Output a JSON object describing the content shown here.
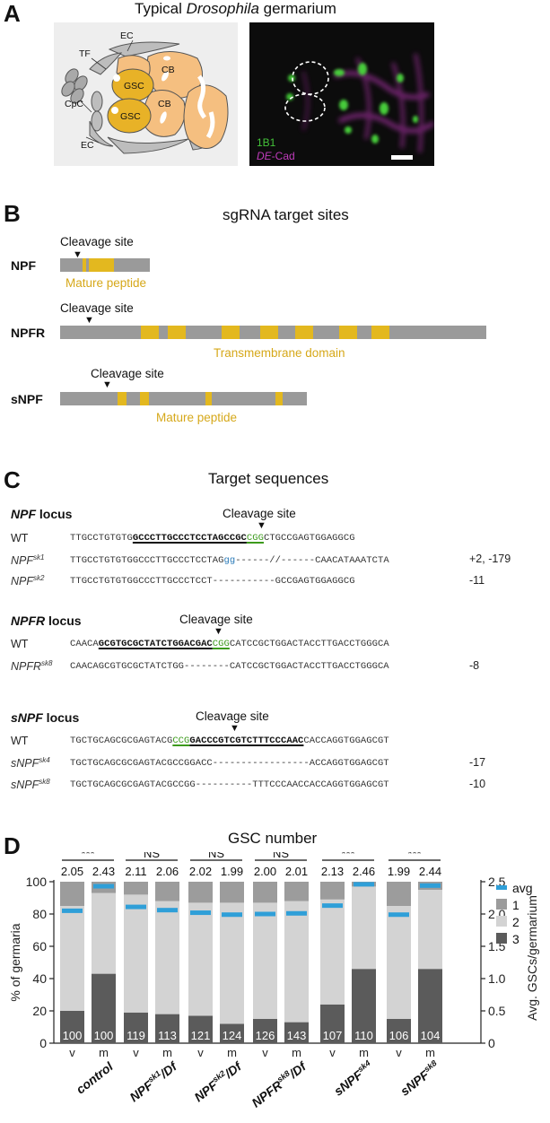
{
  "panel_a": {
    "label": "A",
    "title_prefix": "Typical ",
    "title_italic": "Drosophila",
    "title_suffix": " germarium",
    "schematic_labels": {
      "tf": "TF",
      "ec_top": "EC",
      "cpc": "CpC",
      "ec_bottom": "EC",
      "gsc1": "GSC",
      "gsc2": "GSC",
      "cb1": "CB",
      "cb2": "CB"
    },
    "legend_1b1": "1B1",
    "legend_decad_italic": "DE",
    "legend_decad_rest": "-Cad",
    "colors": {
      "cell_fill": "#f5bf80",
      "gsc_fill": "#e8b227",
      "niche_gray": "#bdbdbd",
      "green": "#44c23a",
      "magenta": "#c03cbc"
    }
  },
  "panel_b": {
    "label": "B",
    "title": "sgRNA target sites",
    "cleavage_label": "Cleavage site",
    "genes": [
      {
        "name": "NPF",
        "annotation": "Mature peptide"
      },
      {
        "name": "NPFR",
        "annotation": "Transmembrane domain"
      },
      {
        "name": "sNPF",
        "annotation": "Mature peptide"
      }
    ],
    "colors": {
      "bar": "#9a9a9a",
      "domain": "#e3b81f"
    }
  },
  "panel_c": {
    "label": "C",
    "title": "Target sequences",
    "cleavage_label": "Cleavage site",
    "loci": [
      {
        "locus_italic": "NPF",
        "locus_rest": " locus",
        "rows": [
          {
            "label": "WT",
            "seq_pre": "TTGCCTGTGTG",
            "seq_target": "GCCCTTGCCCTCCTAGCCGC",
            "seq_pam": "CGG",
            "seq_post": "CTGCCGAGTGGAGGCG",
            "indel": ""
          },
          {
            "label_base": "NPF",
            "label_sup": "sk1",
            "seq_pre": "TTGCCTGTGTGGCCCTTGCCCTCCTAG",
            "seq_ins": "gg",
            "seq_post": "------//------CAACATAAATCTA",
            "indel": "+2, -179"
          },
          {
            "label_base": "NPF",
            "label_sup": "sk2",
            "seq": "TTGCCTGTGTGGCCCTTGCCCTCCT-----------GCCGAGTGGAGGCG",
            "indel": "-11"
          }
        ]
      },
      {
        "locus_italic": "NPFR",
        "locus_rest": " locus",
        "rows": [
          {
            "label": "WT",
            "seq_pre": "CAACA",
            "seq_target": "GCGTGCGCTATCTGGACGAC",
            "seq_pam": "CGG",
            "seq_post": "CATCCGCTGGACTACCTTGACCTGGGCA",
            "indel": ""
          },
          {
            "label_base": "NPFR",
            "label_sup": "sk8",
            "seq": "CAACAGCGTGCGCTATCTGG--------CATCCGCTGGACTACCTTGACCTGGGCA",
            "indel": "-8"
          }
        ]
      },
      {
        "locus_italic": "sNPF",
        "locus_rest": " locus",
        "rows": [
          {
            "label": "WT",
            "seq_pre": "TGCTGCAGCGCGAGTACG",
            "seq_pam": "CCG",
            "seq_target": "GACCCGTCGTCTTTCCCAAC",
            "seq_post": "CACCAGGTGGAGCGT",
            "indel": ""
          },
          {
            "label_base": "sNPF",
            "label_sup": "sk4",
            "seq": "TGCTGCAGCGCGAGTACGCCGGACC-----------------ACCAGGTGGAGCGT",
            "indel": "-17"
          },
          {
            "label_base": "sNPF",
            "label_sup": "sk8",
            "seq": "TGCTGCAGCGCGAGTACGCCGG----------TTTCCCAACCACCAGGTGGAGCGT",
            "indel": "-10"
          }
        ]
      }
    ]
  },
  "panel_d": {
    "label": "D",
    "title": "GSC number",
    "legend_avg": "avg"
  },
  "chart_data": {
    "type": "bar",
    "stacked": true,
    "title": "GSC number",
    "ylabel": "% of germaria",
    "y2label": "Avg. GSCs/germarium",
    "ylim": [
      0,
      100
    ],
    "y2lim": [
      0,
      2.5
    ],
    "yticks": [
      "0",
      "20",
      "40",
      "60",
      "80",
      "100"
    ],
    "y2ticks": [
      "0",
      "0.5",
      "1.0",
      "1.5",
      "2.0",
      "2.5"
    ],
    "categories": [
      "v",
      "m",
      "v",
      "m",
      "v",
      "m",
      "v",
      "m",
      "v",
      "m",
      "v",
      "m"
    ],
    "groups": [
      {
        "label_base": "control",
        "label_sup": "",
        "label_suffix": "",
        "significance": "***"
      },
      {
        "label_base": "NPF",
        "label_sup": "sk1",
        "label_suffix": "/Df",
        "significance": "NS"
      },
      {
        "label_base": "NPF",
        "label_sup": "sk2",
        "label_suffix": "/Df",
        "significance": "NS"
      },
      {
        "label_base": "NPFR",
        "label_sup": "sk8",
        "label_suffix": "/Df",
        "significance": "NS"
      },
      {
        "label_base": "sNPF",
        "label_sup": "sk4",
        "label_suffix": "",
        "significance": "***"
      },
      {
        "label_base": "sNPF",
        "label_sup": "sk8",
        "label_suffix": "",
        "significance": "***"
      }
    ],
    "n": [
      "100",
      "100",
      "119",
      "113",
      "121",
      "124",
      "126",
      "143",
      "107",
      "110",
      "106",
      "104"
    ],
    "avg_labels": [
      "2.05",
      "2.43",
      "2.11",
      "2.06",
      "2.02",
      "1.99",
      "2.00",
      "2.01",
      "2.13",
      "2.46",
      "1.99",
      "2.44"
    ],
    "avg_values": [
      2.05,
      2.43,
      2.11,
      2.06,
      2.02,
      1.99,
      2.0,
      2.01,
      2.13,
      2.46,
      1.99,
      2.44
    ],
    "series": [
      {
        "name": "3",
        "color": "#5b5b5b",
        "values": [
          20,
          43,
          19,
          18,
          17,
          12,
          15,
          13,
          24,
          46,
          15,
          46
        ]
      },
      {
        "name": "2",
        "color": "#d3d3d3",
        "values": [
          65,
          50,
          73,
          70,
          70,
          75,
          72,
          75,
          65,
          51,
          70,
          49
        ]
      },
      {
        "name": "1",
        "color": "#9c9c9c",
        "values": [
          15,
          7,
          8,
          12,
          13,
          13,
          13,
          12,
          11,
          3,
          15,
          5
        ]
      }
    ],
    "avg_color": "#2f9fd8",
    "legend": [
      "avg",
      "1",
      "2",
      "3"
    ]
  }
}
